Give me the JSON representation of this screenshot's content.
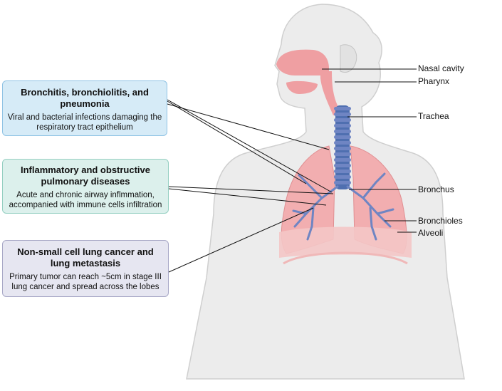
{
  "boxes": [
    {
      "title": "Bronchitis, bronchiolitis, and pneumonia",
      "description": "Viral and bacterial infections damaging the respiratory tract epithelium",
      "fill": "#d6ebf7",
      "border": "#8fc3e4"
    },
    {
      "title": "Inflammatory and obstructive pulmonary diseases",
      "description": "Acute and chronic airway inflmmation, accompanied with immune cells infiltration",
      "fill": "#dcf0ec",
      "border": "#94cfc1"
    },
    {
      "title": "Non-small cell lung cancer and lung metastasis",
      "description": "Primary tumor can reach ~5cm in stage III lung cancer and spread across the lobes",
      "fill": "#e6e6f1",
      "border": "#a7a7c6"
    }
  ],
  "labels": {
    "nasal_cavity": "Nasal cavity",
    "pharynx": "Pharynx",
    "trachea": "Trachea",
    "bronchus": "Bronchus",
    "bronchioles": "Bronchioles",
    "alveoli": "Alveoli"
  },
  "colors": {
    "body": "#ececec",
    "body_outline": "#cfcfcf",
    "airway": "#ef9fa2",
    "lung": "#f2aeb0",
    "trachea": "#4f6fb0",
    "bronchi": "#6f85c3",
    "diaphragm": "#f4c7c6"
  }
}
